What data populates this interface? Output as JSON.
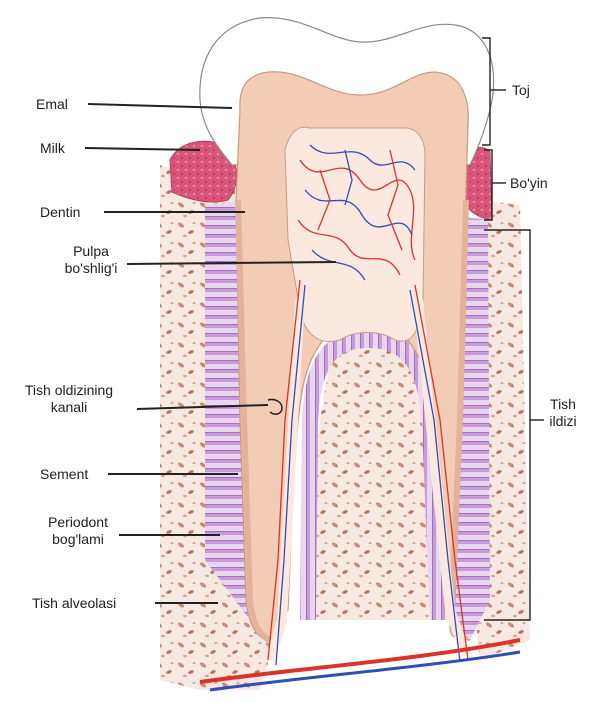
{
  "labels_left": {
    "enamel": "Emal",
    "gum": "Milk",
    "dentin": "Dentin",
    "pulp_cavity_1": "Pulpa",
    "pulp_cavity_2": "bo'shlig'i",
    "root_canal_1": "Tish oldizining",
    "root_canal_2": "kanali",
    "cementum": "Sement",
    "periodontal_1": "Periodont",
    "periodontal_2": "bog'lami",
    "alveolus": "Tish alveolasi"
  },
  "labels_right": {
    "crown": "Toj",
    "neck": "Bo'yin",
    "root_1": "Tish",
    "root_2": "ildizi"
  },
  "colors": {
    "gum": "#d9567a",
    "enamel": "#ffffff",
    "dentin": "#f3ccb5",
    "pulp": "#fbe8df",
    "bone": "#f6e6de",
    "bone_spots": "#c98a75",
    "artery": "#d8342b",
    "vein": "#2f4fb5",
    "ligament": "#c7a1d6",
    "leader": "#222222"
  }
}
